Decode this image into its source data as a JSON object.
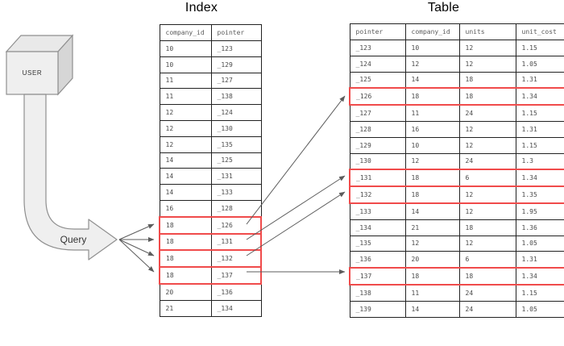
{
  "diagram": {
    "user_label": "USER",
    "query_label": "Query"
  },
  "index": {
    "title": "Index",
    "columns": [
      "company_id",
      "pointer"
    ],
    "rows": [
      [
        "10",
        "_123"
      ],
      [
        "10",
        "_129"
      ],
      [
        "11",
        "_127"
      ],
      [
        "11",
        "_138"
      ],
      [
        "12",
        "_124"
      ],
      [
        "12",
        "_130"
      ],
      [
        "12",
        "_135"
      ],
      [
        "14",
        "_125"
      ],
      [
        "14",
        "_131"
      ],
      [
        "14",
        "_133"
      ],
      [
        "16",
        "_128"
      ],
      [
        "18",
        "_126"
      ],
      [
        "18",
        "_131"
      ],
      [
        "18",
        "_132"
      ],
      [
        "18",
        "_137"
      ],
      [
        "20",
        "_136"
      ],
      [
        "21",
        "_134"
      ]
    ],
    "highlighted": [
      11,
      12,
      13,
      14
    ]
  },
  "table": {
    "title": "Table",
    "columns": [
      "pointer",
      "company_id",
      "units",
      "unit_cost"
    ],
    "rows": [
      [
        "_123",
        "10",
        "12",
        "1.15"
      ],
      [
        "_124",
        "12",
        "12",
        "1.05"
      ],
      [
        "_125",
        "14",
        "18",
        "1.31"
      ],
      [
        "_126",
        "18",
        "18",
        "1.34"
      ],
      [
        "_127",
        "11",
        "24",
        "1.15"
      ],
      [
        "_128",
        "16",
        "12",
        "1.31"
      ],
      [
        "_129",
        "10",
        "12",
        "1.15"
      ],
      [
        "_130",
        "12",
        "24",
        "1.3"
      ],
      [
        "_131",
        "18",
        "6",
        "1.34"
      ],
      [
        "_132",
        "18",
        "12",
        "1.35"
      ],
      [
        "_133",
        "14",
        "12",
        "1.95"
      ],
      [
        "_134",
        "21",
        "18",
        "1.36"
      ],
      [
        "_135",
        "12",
        "12",
        "1.05"
      ],
      [
        "_136",
        "20",
        "6",
        "1.31"
      ],
      [
        "_137",
        "18",
        "18",
        "1.34"
      ],
      [
        "_138",
        "11",
        "24",
        "1.15"
      ],
      [
        "_139",
        "14",
        "24",
        "1.05"
      ]
    ],
    "highlighted": [
      3,
      8,
      9,
      14
    ]
  },
  "colors": {
    "highlight": "#f04b4b",
    "arrow": "#5c5c5c",
    "table_border": "#222222",
    "shape_fill": "#efefef",
    "shape_side_fill": "#d6d6d6",
    "shape_top_fill": "#e9e9e9",
    "shape_stroke": "#8f8f8f"
  }
}
